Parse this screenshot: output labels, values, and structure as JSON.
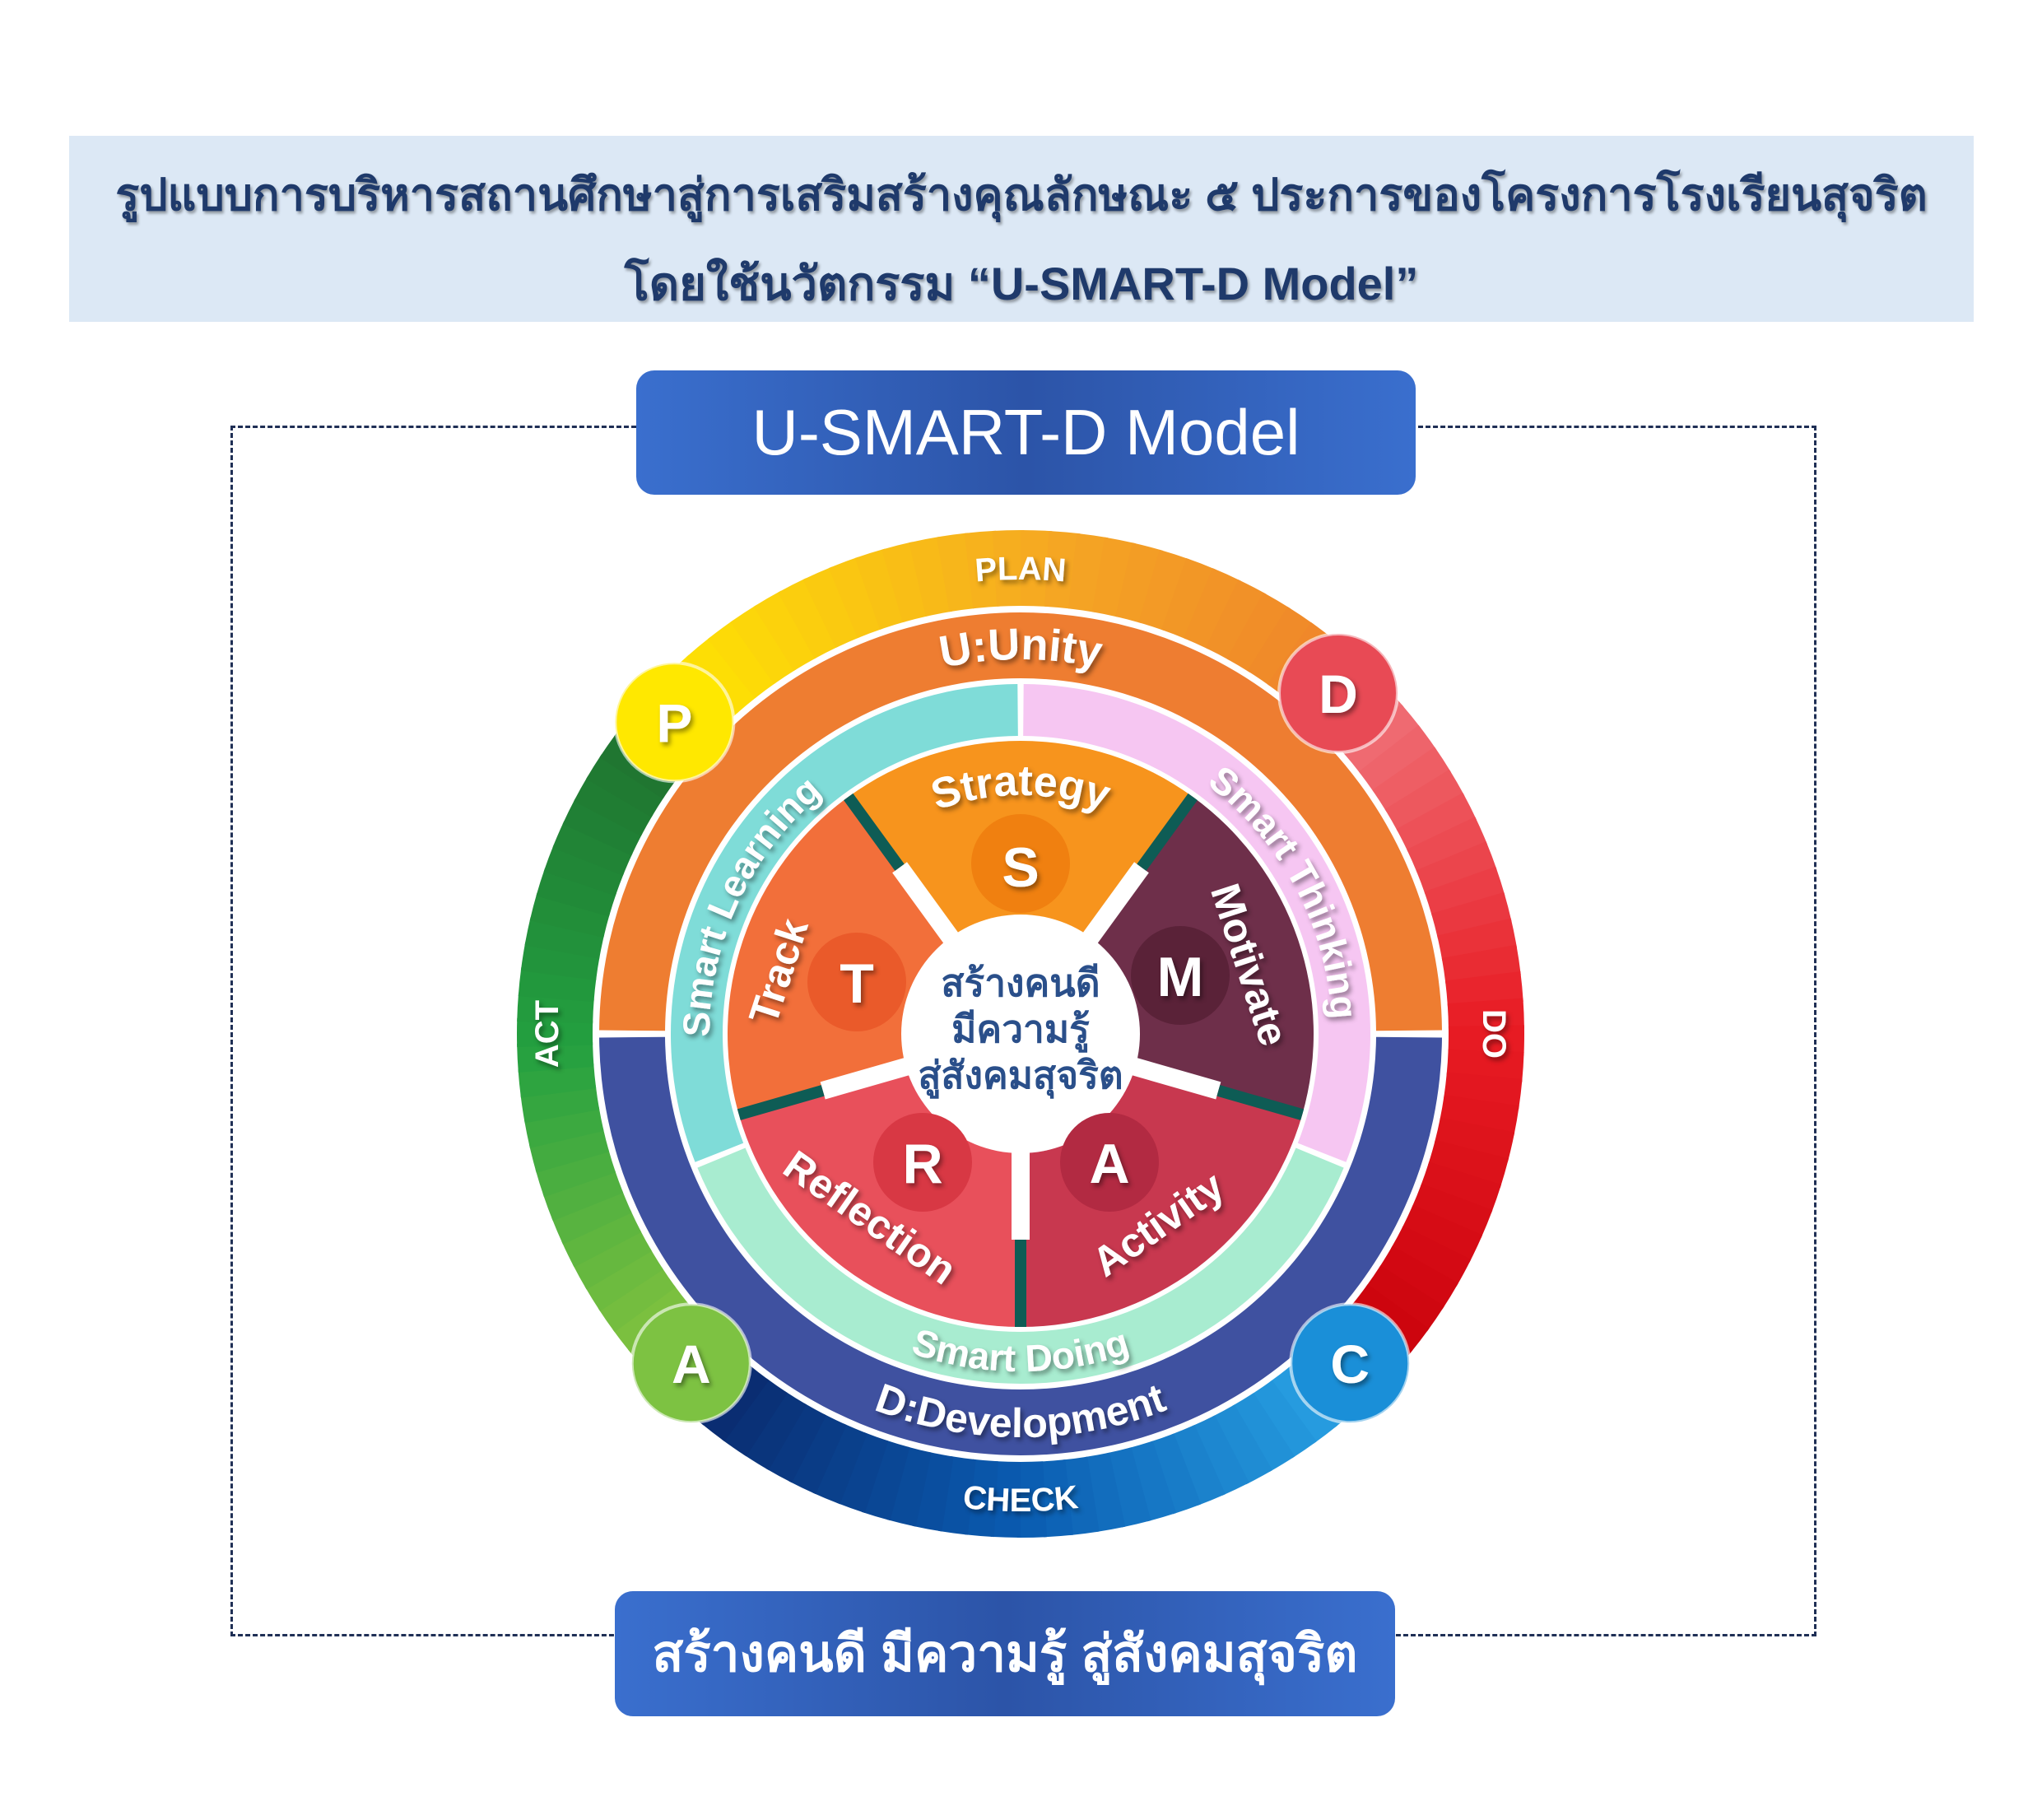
{
  "header": {
    "line1": "รูปแบบการบริหารสถานศึกษาสู่การเสริมสร้างคุณลักษณะ ๕ ประการของโครงการโรงเรียนสุจริต",
    "line2": "โดยใช้นวัตกรรม “U-SMART-D Model”"
  },
  "model_title": "U-SMART-D Model",
  "footer_slogan": "สร้างคนดี มีความรู้ สู่สังคมสุจริต",
  "pdca": {
    "plan": "PLAN",
    "do": "DO",
    "check": "CHECK",
    "act": "ACT",
    "p": "P",
    "d": "D",
    "c": "C",
    "a": "A"
  },
  "outer_ring": {
    "top": "U:Unity",
    "bottom": "D:Development"
  },
  "smart_ring": {
    "learning": "Smart Learning",
    "thinking": "Smart Thinking",
    "doing": "Smart Doing"
  },
  "segments": {
    "s": {
      "letter": "S",
      "label": "Strategy"
    },
    "m": {
      "letter": "M",
      "label": "Motivate"
    },
    "a": {
      "letter": "A",
      "label": "Activity"
    },
    "r": {
      "letter": "R",
      "label": "Reflection"
    },
    "t": {
      "letter": "T",
      "label": "Track"
    }
  },
  "center": {
    "line1": "สร้างคนดี",
    "line2": "มีความรู้",
    "line3": "สู่สังคมสุจริต"
  },
  "colors": {
    "orange_ring": "#ee7d31",
    "blue_ring": "#3f51a0",
    "teal": "#7fdcd8",
    "pink": "#f6c6f2",
    "mint": "#a8ecd0",
    "s": "#f7941d",
    "m": "#6e2f4a",
    "a": "#c8384f",
    "r": "#e8505b",
    "t": "#f26f3a"
  }
}
